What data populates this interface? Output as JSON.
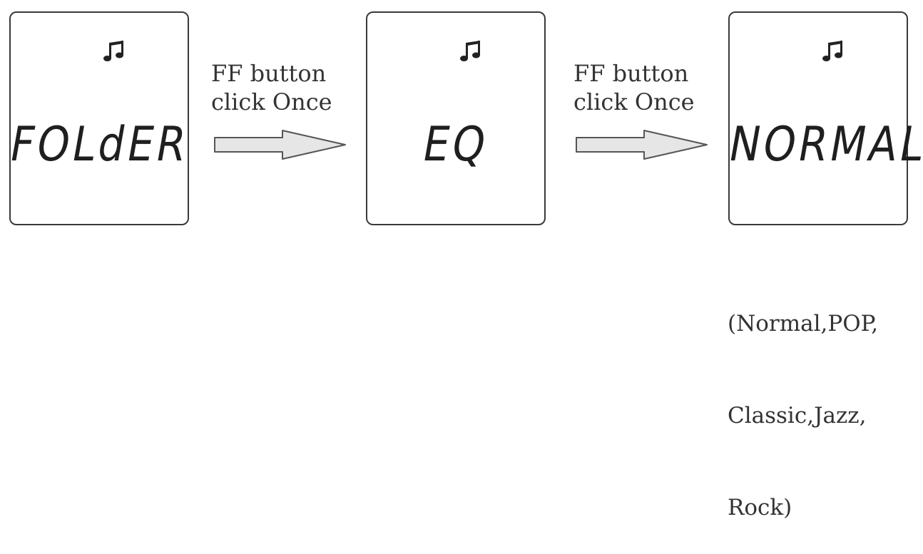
{
  "screens": [
    {
      "display_text": "FOLdER",
      "icon": "music-note-icon"
    },
    {
      "display_text": "EQ",
      "icon": "music-note-icon"
    },
    {
      "display_text": "NORMAL",
      "icon": "music-note-icon"
    }
  ],
  "transitions": [
    {
      "line1": "FF button",
      "line2": "click Once"
    },
    {
      "line1": "FF button",
      "line2": "click Once"
    }
  ],
  "eq_options": {
    "line1": "(Normal,POP,",
    "line2": "Classic,Jazz,",
    "line3": "Rock)"
  },
  "colors": {
    "border": "#3a3a3a",
    "text": "#333333",
    "arrow_fill": "#e6e6e6"
  }
}
